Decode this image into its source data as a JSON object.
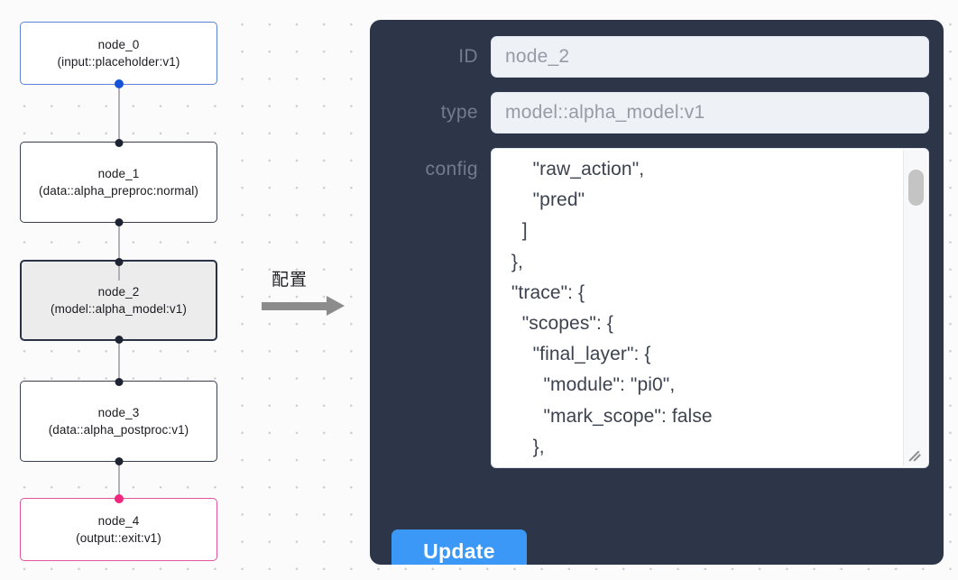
{
  "canvas": {
    "nodes": [
      {
        "id": "node_0",
        "title": "node_0",
        "subtitle": "(input::placeholder:v1)",
        "kind": "input",
        "handle_color": "#1652d8",
        "border_color": "#5b82d6"
      },
      {
        "id": "node_1",
        "title": "node_1",
        "subtitle": "(data::alpha_preproc:normal)",
        "kind": "default",
        "handle_color": "#1f2433",
        "border_color": "#3b3f4d"
      },
      {
        "id": "node_2",
        "title": "node_2",
        "subtitle": "(model::alpha_model:v1)",
        "kind": "selected",
        "handle_color": "#1f2433",
        "border_color": "#2b3245"
      },
      {
        "id": "node_3",
        "title": "node_3",
        "subtitle": "(data::alpha_postproc:v1)",
        "kind": "default",
        "handle_color": "#1f2433",
        "border_color": "#3b3f4d"
      },
      {
        "id": "node_4",
        "title": "node_4",
        "subtitle": "(output::exit:v1)",
        "kind": "output",
        "handle_color": "#f0267f",
        "border_color": "#e0559e"
      }
    ],
    "edges": [
      {
        "from": "node_0",
        "to": "node_1"
      },
      {
        "from": "node_1",
        "to": "node_2"
      },
      {
        "from": "node_2",
        "to": "node_3"
      },
      {
        "from": "node_3",
        "to": "node_4"
      }
    ]
  },
  "transition": {
    "label": "配置",
    "arrow_color": "#8c8c8c"
  },
  "panel": {
    "background": "#2d3548",
    "fields": [
      {
        "label": "ID",
        "value": "node_2"
      },
      {
        "label": "type",
        "value": "model::alpha_model:v1"
      }
    ],
    "id_label": "ID",
    "id_value": "node_2",
    "type_label": "type",
    "type_value": "model::alpha_model:v1",
    "config_label": "config",
    "config_value": "      \"raw_action\",\n      \"pred\"\n    ]\n  },\n  \"trace\": {\n    \"scopes\": {\n      \"final_layer\": {\n        \"module\": \"pi0\",\n        \"mark_scope\": false\n      },\n      \"action_model\": {",
    "update_label": "Update",
    "update_color": "#3b98f7"
  }
}
